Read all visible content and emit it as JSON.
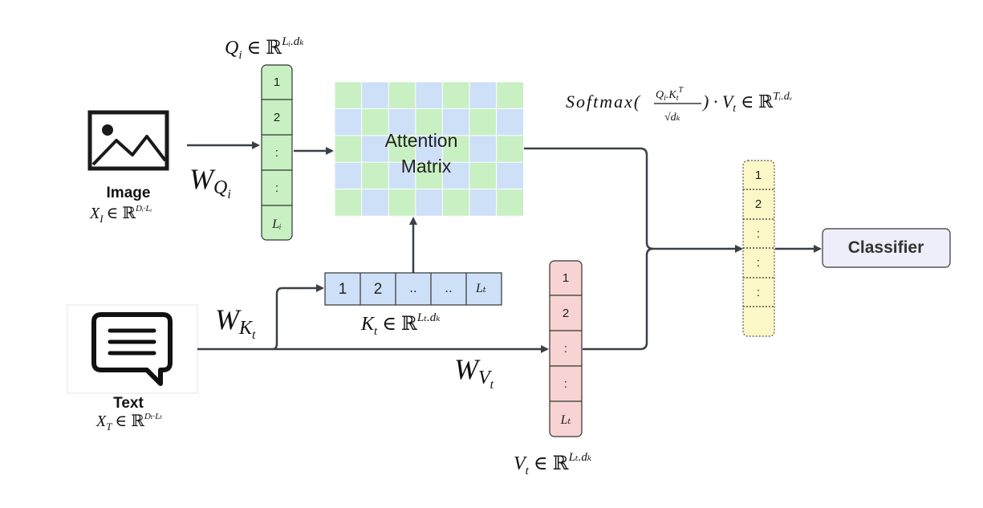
{
  "colors": {
    "query": "#c8f0c3",
    "key": "#cde0f7",
    "value": "#f7d3d3",
    "output": "#fbf7c6",
    "classifier": "#eeeefb",
    "arrow": "#3a4048"
  },
  "image_input": {
    "icon": "image-icon",
    "label": "Image",
    "formula": {
      "base": "X",
      "sub": "I",
      "rel": "∈ ℝ",
      "sup": "Dᵢ·Lᵢ"
    }
  },
  "text_input": {
    "icon": "text-message-icon",
    "label": "Text",
    "formula": {
      "base": "X",
      "sub": "T",
      "rel": "∈ ℝ",
      "sup": "Dₜ·Lₜ"
    }
  },
  "weights": {
    "wq": {
      "base": "W",
      "sub": "Q",
      "subsub": "i"
    },
    "wk": {
      "base": "W",
      "sub": "K",
      "subsub": "t"
    },
    "wv": {
      "base": "W",
      "sub": "V",
      "subsub": "t"
    }
  },
  "query_vector": {
    "formula": {
      "base": "Q",
      "sub": "i",
      "rel": "∈ ℝ",
      "sup": "Lᵢ.dₖ"
    },
    "cells": [
      "1",
      "2",
      ":",
      ":",
      "Lᵢ"
    ]
  },
  "key_vector": {
    "formula": {
      "base": "K",
      "sub": "t",
      "rel": "∈ ℝ",
      "sup": "Lₜ.dₖ"
    },
    "cells": [
      "1",
      "2",
      "..",
      "..",
      "Lₜ"
    ]
  },
  "value_vector": {
    "formula": {
      "base": "V",
      "sub": "t",
      "rel": "∈ ℝ",
      "sup": "Lₜ.dₖ"
    },
    "cells": [
      "1",
      "2",
      ":",
      ":",
      "Lₜ"
    ]
  },
  "attention": {
    "line1": "Attention",
    "line2": "Matrix"
  },
  "softmax": {
    "fn": "Softmax(",
    "num_q": "Q",
    "num_qsub": "i",
    "num_dot": ".",
    "num_k": "K",
    "num_ksub": "t",
    "num_sup": "T",
    "den": "√dₖ",
    "tail": ") · V",
    "tail_sub": "t",
    "rel": "∈ ℝ",
    "sup": "Tᵢ.dᵥ"
  },
  "output_vector": {
    "cells": [
      "1",
      "2",
      ":",
      ":",
      ":",
      ""
    ]
  },
  "classifier": {
    "label": "Classifier"
  }
}
